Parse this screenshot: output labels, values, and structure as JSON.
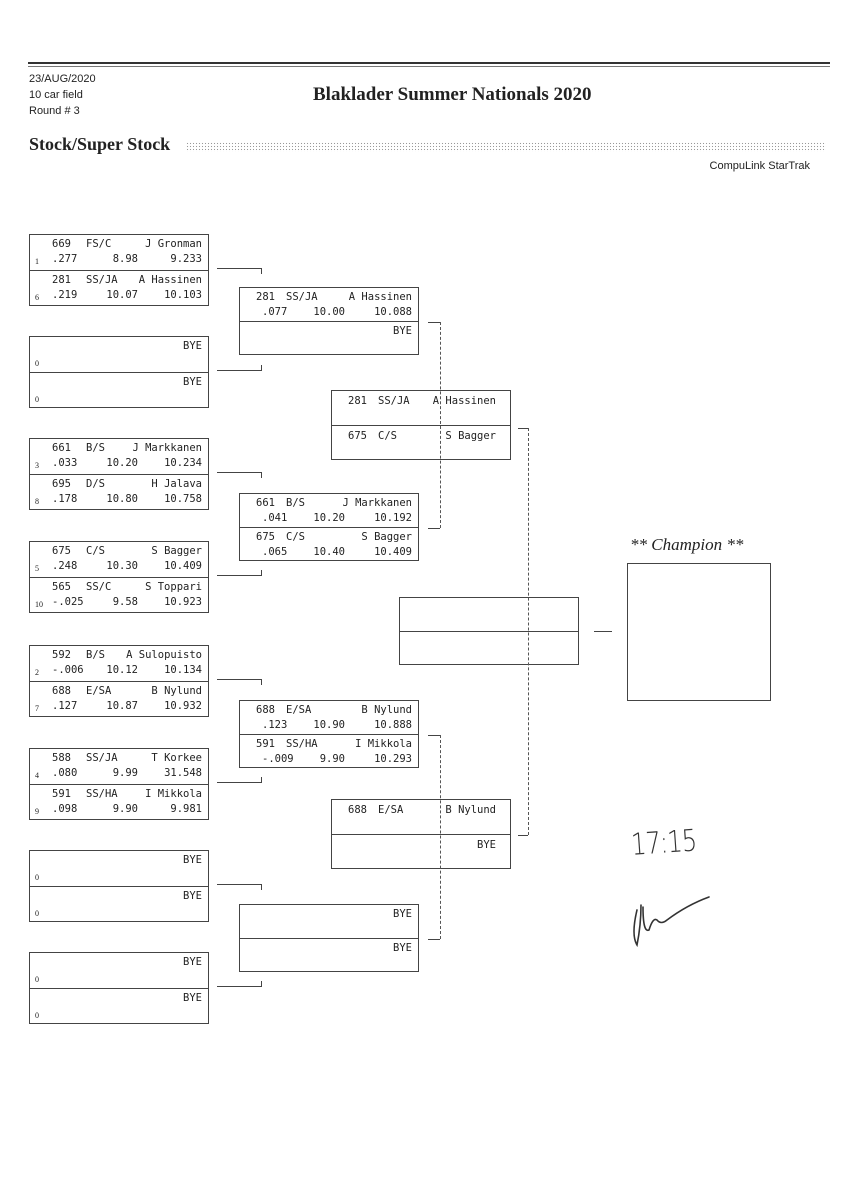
{
  "header": {
    "date": "23/AUG/2020",
    "field": "10 car field",
    "round": "Round # 3",
    "event_title": "Blaklader Summer Nationals 2020",
    "class_title": "Stock/Super Stock",
    "software": "CompuLink StarTrak"
  },
  "champion_label": "** Champion **",
  "handwritten": {
    "time": "17:15",
    "signature": "initials"
  },
  "rounds": [
    {
      "name": "round-1",
      "matches": [
        {
          "entries": [
            {
              "seed": "1",
              "car": "669",
              "class": "FS/C",
              "driver": "J Gronman",
              "rt": ".277",
              "dial": "8.98",
              "et": "9.233"
            },
            {
              "seed": "6",
              "car": "281",
              "class": "SS/JA",
              "driver": "A Hassinen",
              "rt": ".219",
              "dial": "10.07",
              "et": "10.103"
            }
          ]
        },
        {
          "entries": [
            {
              "seed": "0",
              "driver": "BYE"
            },
            {
              "seed": "0",
              "driver": "BYE"
            }
          ]
        },
        {
          "entries": [
            {
              "seed": "3",
              "car": "661",
              "class": "B/S",
              "driver": "J Markkanen",
              "rt": ".033",
              "dial": "10.20",
              "et": "10.234"
            },
            {
              "seed": "8",
              "car": "695",
              "class": "D/S",
              "driver": "H Jalava",
              "rt": ".178",
              "dial": "10.80",
              "et": "10.758"
            }
          ]
        },
        {
          "entries": [
            {
              "seed": "5",
              "car": "675",
              "class": "C/S",
              "driver": "S Bagger",
              "rt": ".248",
              "dial": "10.30",
              "et": "10.409"
            },
            {
              "seed": "10",
              "car": "565",
              "class": "SS/C",
              "driver": "S Toppari",
              "rt": "-.025",
              "dial": "9.58",
              "et": "10.923"
            }
          ]
        },
        {
          "entries": [
            {
              "seed": "2",
              "car": "592",
              "class": "B/S",
              "driver": "A Sulopuisto",
              "rt": "-.006",
              "dial": "10.12",
              "et": "10.134"
            },
            {
              "seed": "7",
              "car": "688",
              "class": "E/SA",
              "driver": "B Nylund",
              "rt": ".127",
              "dial": "10.87",
              "et": "10.932"
            }
          ]
        },
        {
          "entries": [
            {
              "seed": "4",
              "car": "588",
              "class": "SS/JA",
              "driver": "T Korkee",
              "rt": ".080",
              "dial": "9.99",
              "et": "31.548"
            },
            {
              "seed": "9",
              "car": "591",
              "class": "SS/HA",
              "driver": "I Mikkola",
              "rt": ".098",
              "dial": "9.90",
              "et": "9.981"
            }
          ]
        },
        {
          "entries": [
            {
              "seed": "0",
              "driver": "BYE"
            },
            {
              "seed": "0",
              "driver": "BYE"
            }
          ]
        },
        {
          "entries": [
            {
              "seed": "0",
              "driver": "BYE"
            },
            {
              "seed": "0",
              "driver": "BYE"
            }
          ]
        }
      ]
    },
    {
      "name": "round-2",
      "matches": [
        {
          "entries": [
            {
              "car": "281",
              "class": "SS/JA",
              "driver": "A Hassinen",
              "rt": ".077",
              "dial": "10.00",
              "et": "10.088"
            },
            {
              "driver": "BYE"
            }
          ]
        },
        {
          "entries": [
            {
              "car": "661",
              "class": "B/S",
              "driver": "J Markkanen",
              "rt": ".041",
              "dial": "10.20",
              "et": "10.192"
            },
            {
              "car": "675",
              "class": "C/S",
              "driver": "S Bagger",
              "rt": ".065",
              "dial": "10.40",
              "et": "10.409"
            }
          ]
        },
        {
          "entries": [
            {
              "car": "688",
              "class": "E/SA",
              "driver": "B Nylund",
              "rt": ".123",
              "dial": "10.90",
              "et": "10.888"
            },
            {
              "car": "591",
              "class": "SS/HA",
              "driver": "I Mikkola",
              "rt": "-.009",
              "dial": "9.90",
              "et": "10.293"
            }
          ]
        },
        {
          "entries": [
            {
              "driver": "BYE"
            },
            {
              "driver": "BYE"
            }
          ]
        }
      ]
    },
    {
      "name": "round-3",
      "matches": [
        {
          "entries": [
            {
              "car": "281",
              "class": "SS/JA",
              "driver": "A Hassinen"
            },
            {
              "car": "675",
              "class": "C/S",
              "driver": "S Bagger"
            }
          ]
        },
        {
          "entries": [
            {
              "car": "688",
              "class": "E/SA",
              "driver": "B Nylund"
            },
            {
              "driver": "BYE"
            }
          ]
        }
      ]
    },
    {
      "name": "final",
      "matches": [
        {
          "entries": [
            {},
            {}
          ]
        }
      ]
    }
  ]
}
